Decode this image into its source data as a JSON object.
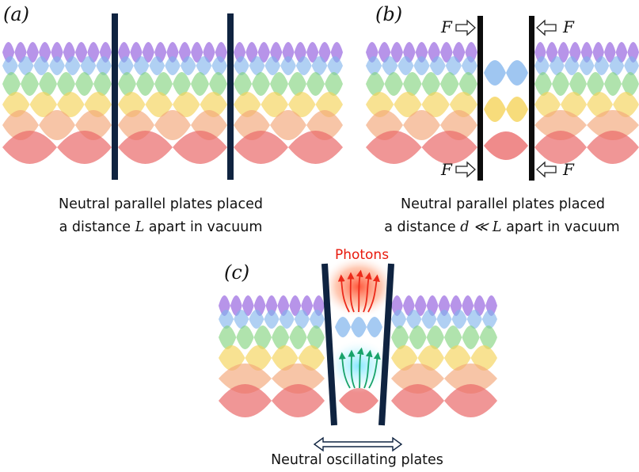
{
  "panels": {
    "a": {
      "label": "(a)",
      "caption_line1": "Neutral parallel plates placed",
      "caption_line2_prefix": "a distance ",
      "caption_line2_math": "L",
      "caption_line2_suffix": " apart in vacuum"
    },
    "b": {
      "label": "(b)",
      "force_symbol": "F",
      "caption_line1": "Neutral parallel plates placed",
      "caption_line2_prefix": "a distance ",
      "caption_line2_math": "d ≪ L",
      "caption_line2_suffix": " apart in vacuum"
    },
    "c": {
      "label": "(c)",
      "photons_label": "Photons",
      "caption": "Neutral oscillating plates"
    }
  },
  "colors": {
    "violet": "#9b6be0",
    "blue": "#7fb3ec",
    "green": "#7fd27a",
    "yellow": "#f5d35a",
    "orange": "#f3a77a",
    "red": "#ea6a6a",
    "plate": "#0f2340",
    "photons_text": "#e8190c",
    "photon_arrow_red": "#ec2a1a",
    "photon_arrow_green": "#18a36a"
  }
}
